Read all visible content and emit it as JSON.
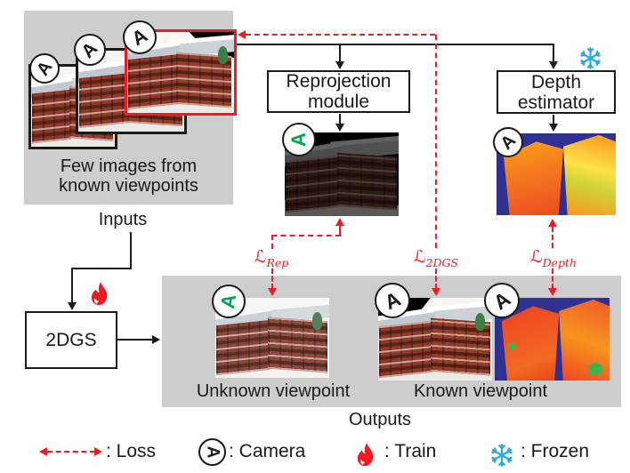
{
  "colors": {
    "accent_red": "#ED1C24",
    "camera_green": "#00A651",
    "frozen_cyan": "#29ABE2",
    "panel_gray": "#CDCDCD",
    "depth_navy": "#2E3192"
  },
  "inputs": {
    "caption": [
      "Few images from",
      "known viewpoints"
    ],
    "label": "Inputs"
  },
  "boxes": {
    "reprojection": [
      "Reprojection",
      "module"
    ],
    "depth_estimator": [
      "Depth",
      "estimator"
    ],
    "gaussian": "2DGS"
  },
  "outputs": {
    "label": "Outputs",
    "unknown_caption": "Unknown viewpoint",
    "known_caption": "Known viewpoint"
  },
  "losses": {
    "rep": {
      "L": "ℒ",
      "sub": "Rep"
    },
    "gs2d": {
      "L": "ℒ",
      "sub": "2DGS"
    },
    "depth": {
      "L": "ℒ",
      "sub": "Depth"
    }
  },
  "legend": {
    "loss": ": Loss",
    "camera": ": Camera",
    "train": ": Train",
    "frozen": ": Frozen"
  },
  "icons": {
    "camera_glyph": "A"
  }
}
